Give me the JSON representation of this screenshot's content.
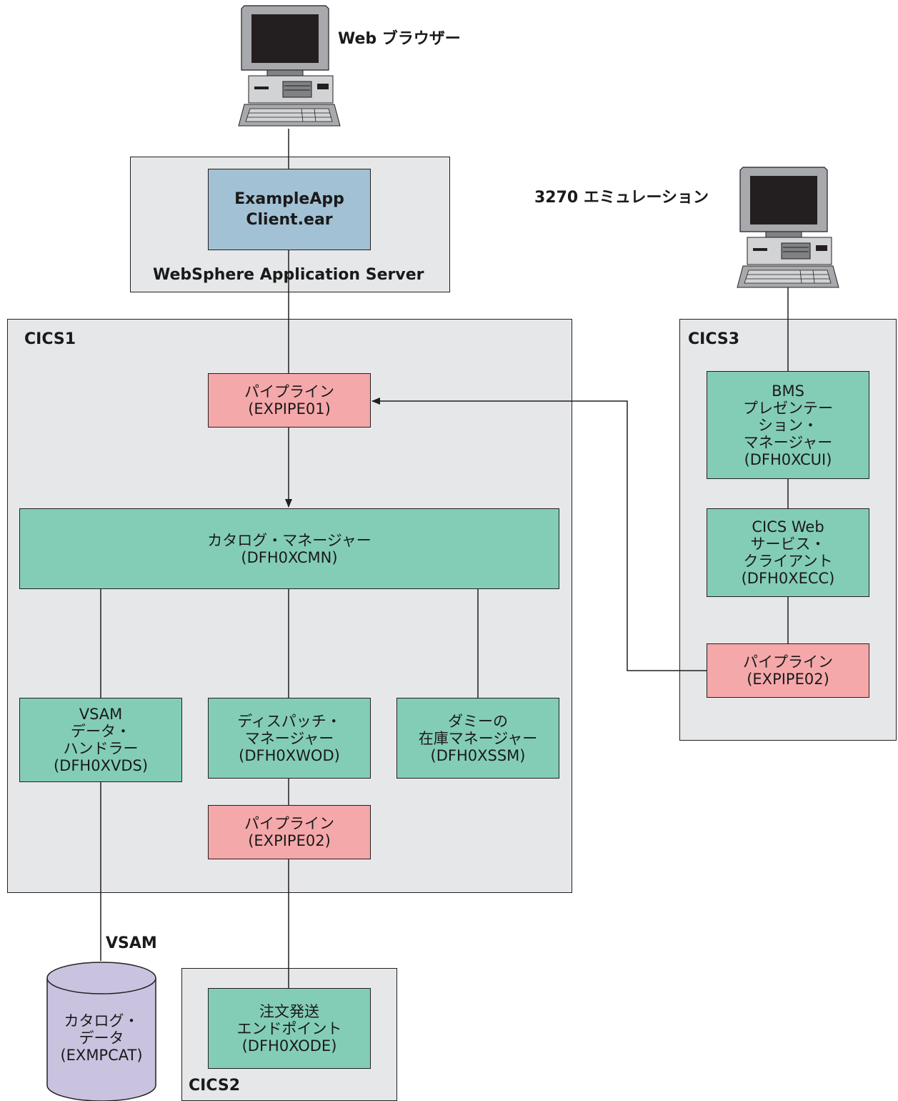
{
  "browser": {
    "label": "Web ブラウザー"
  },
  "emulator": {
    "label": "3270 エミュレーション"
  },
  "was": {
    "label": "WebSphere Application Server",
    "app": [
      "ExampleApp",
      "Client.ear"
    ]
  },
  "cics1": {
    "label": "CICS1",
    "pipeline_top": [
      "パイプライン",
      "(EXPIPE01)"
    ],
    "catalog_manager": [
      "カタログ・マネージャー",
      "(DFH0XCMN)"
    ],
    "vsam_handler": [
      "VSAM",
      "データ・",
      "ハンドラー",
      "(DFH0XVDS)"
    ],
    "dispatch_manager": [
      "ディスパッチ・",
      "マネージャー",
      "(DFH0XWOD)"
    ],
    "stock_manager": [
      "ダミーの",
      "在庫マネージャー",
      "(DFH0XSSM)"
    ],
    "pipeline_bottom": [
      "パイプライン",
      "(EXPIPE02)"
    ]
  },
  "cics2": {
    "label": "CICS2",
    "endpoint": [
      "注文発送",
      "エンドポイント",
      "(DFH0XODE)"
    ]
  },
  "cics3": {
    "label": "CICS3",
    "bms": [
      "BMS",
      "プレゼンテー",
      "ション・",
      "マネージャー",
      "(DFH0XCUI)"
    ],
    "ws_client": [
      "CICS Web",
      "サービス・",
      "クライアント",
      "(DFH0XECC)"
    ],
    "pipeline": [
      "パイプライン",
      "(EXPIPE02)"
    ]
  },
  "vsam": {
    "label": "VSAM",
    "datastore": [
      "カタログ・",
      "データ",
      "(EXMPCAT)"
    ]
  },
  "colors": {
    "container": "#e6e7e8",
    "program": "#83cdb7",
    "pipeline": "#f5a8aa",
    "ear": "#a3c1d4",
    "datastore": "#c9c3e0"
  }
}
